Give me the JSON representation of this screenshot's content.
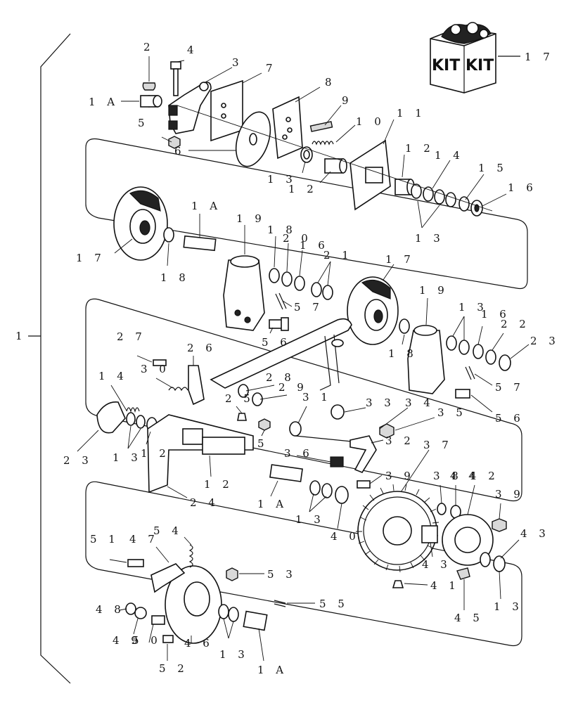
{
  "diagram": {
    "kit_box": {
      "left_text": "KIT",
      "right_text": "KIT"
    },
    "labels": {
      "main": "1",
      "p2": "2",
      "p4": "4",
      "p3": "3",
      "p7": "7",
      "p1a_top": "1 A",
      "p8": "8",
      "p9": "9",
      "p10": "1 0",
      "p11": "1 1",
      "p5_top": "5",
      "p6": "6",
      "p13_a": "1 3",
      "p12_a": "1 2",
      "p12_b": "1 2",
      "p14_a": "1 4",
      "p15": "1 5",
      "p16_a": "1 6",
      "p13_b": "1 3",
      "p17_kit": "1 7",
      "p1a_mid": "1 A",
      "p19_a": "1 9",
      "p17_a": "1 7",
      "p18_a": "1 8",
      "p18_b": "1 8",
      "p20": "2 0",
      "p16_b": "1 6",
      "p21": "2 1",
      "p57_a": "5 7",
      "p56_a": "5 6",
      "p17_b": "1 7",
      "p19_b": "1 9",
      "p13_c": "1 3",
      "p16_c": "1 6",
      "p22": "2 2",
      "p23_a": "2 3",
      "p18_c": "1 8",
      "p57_b": "5 7",
      "p56_b": "5 6",
      "p27": "2 7",
      "p26": "2 6",
      "p30": "3 0",
      "p14_b": "1 4",
      "p28": "2 8",
      "p29": "2 9",
      "p25": "2 5",
      "p31": "3 1",
      "p33": "3 3",
      "p34": "3 4",
      "p35": "3 5",
      "p5_mid": "5",
      "p23_b": "2 3",
      "p13_d": "1 3",
      "p12_c": "1 2",
      "p12_d": "1 2",
      "p24": "2 4",
      "p36": "3 6",
      "p32": "3 2",
      "p37": "3 7",
      "p39_a": "3 9",
      "p38": "3 8",
      "p44": "4 4",
      "p42": "4 2",
      "p39_b": "3 9",
      "p1a_low": "1 A",
      "p13_e": "1 3",
      "p40": "4 0",
      "p43_a": "4 3",
      "p43_b": "4 3",
      "p51": "5 1",
      "p47": "4 7",
      "p54": "5 4",
      "p53": "5 3",
      "p41": "4 1",
      "p45": "4 5",
      "p13_f": "1 3",
      "p55": "5 5",
      "p48": "4 8",
      "p49": "4 9",
      "p50": "5 0",
      "p52": "5 2",
      "p46": "4 6",
      "p13_g": "1 3",
      "p1a_bot": "1 A"
    }
  }
}
